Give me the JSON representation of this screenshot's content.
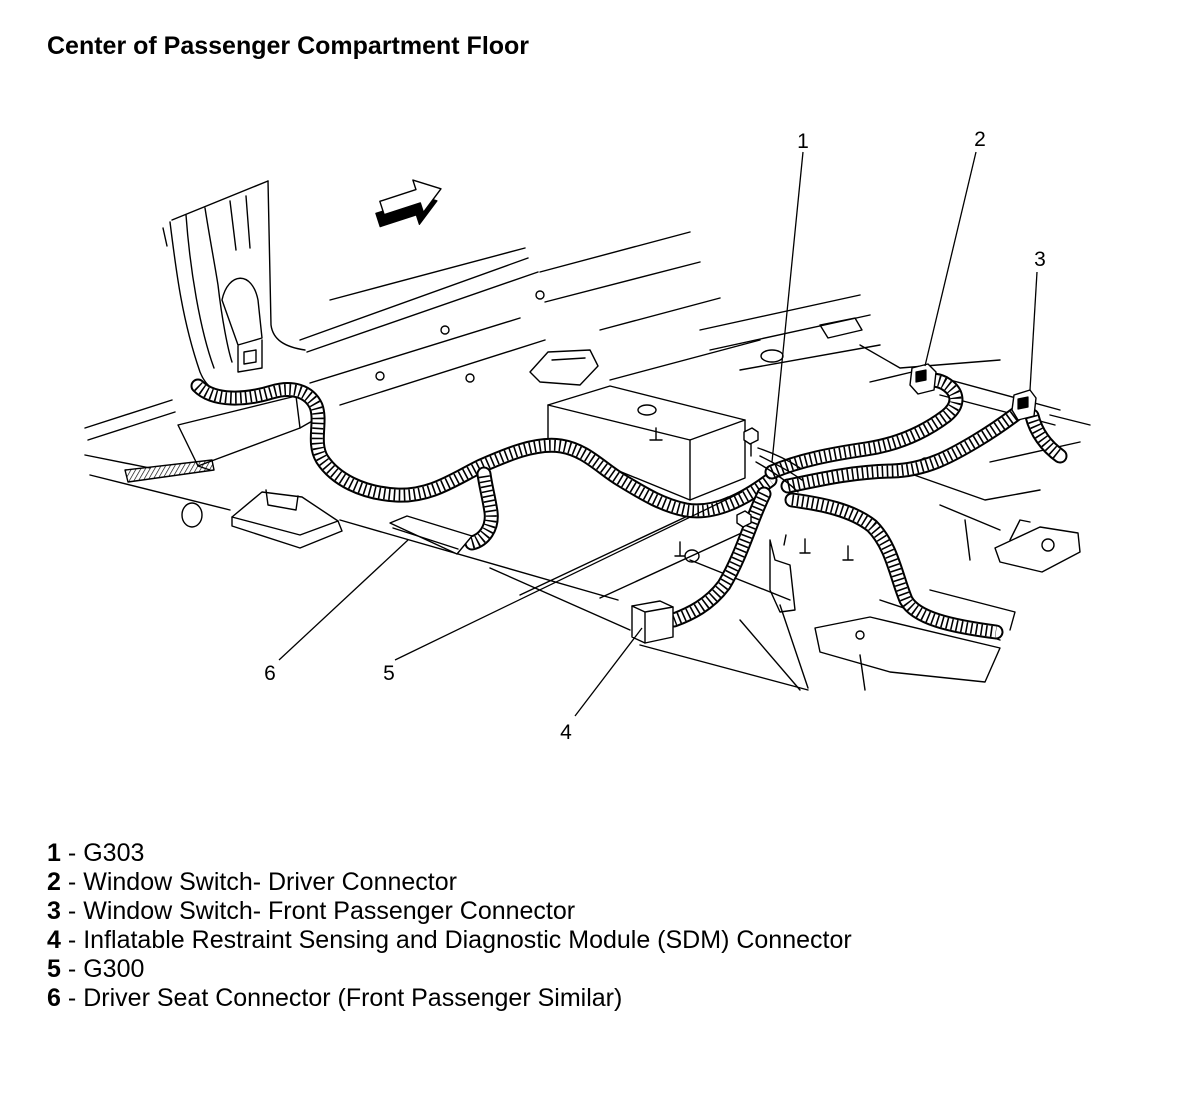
{
  "title": "Center of Passenger Compartment Floor",
  "legend": {
    "separator": "-",
    "items": [
      {
        "number": "1",
        "text": "G303"
      },
      {
        "number": "2",
        "text": "Window Switch- Driver Connector"
      },
      {
        "number": "3",
        "text": "Window Switch- Front Passenger Connector"
      },
      {
        "number": "4",
        "text": "Inflatable Restraint Sensing and Diagnostic Module (SDM) Connector"
      },
      {
        "number": "5",
        "text": "G300"
      },
      {
        "number": "6",
        "text": "Driver Seat Connector (Front Passenger Similar)"
      }
    ]
  }
}
